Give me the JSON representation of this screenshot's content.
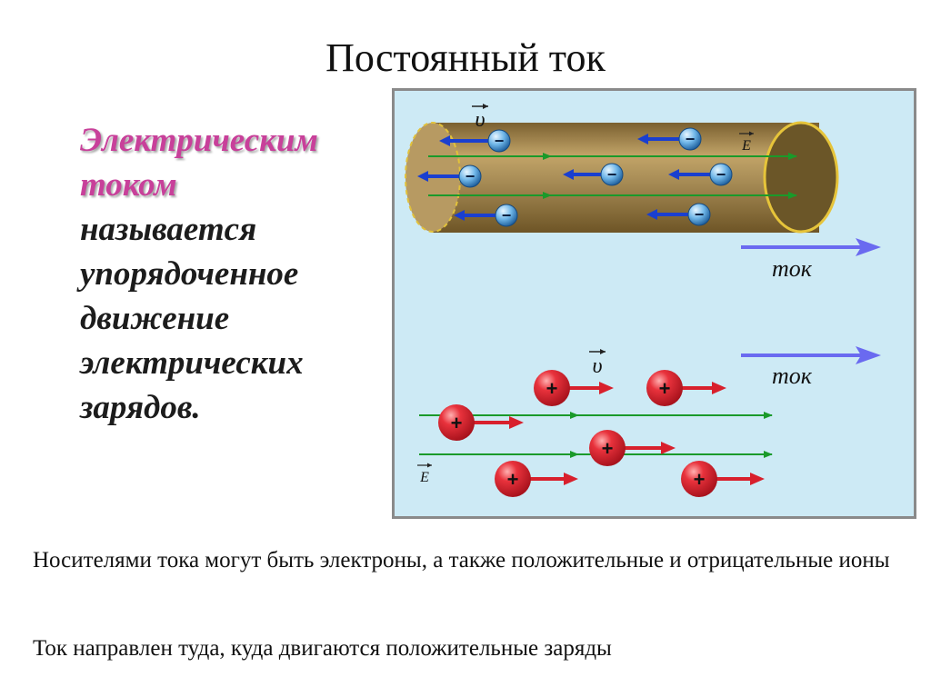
{
  "slide": {
    "title": "Постоянный ток",
    "definition": {
      "highlight_line1": "Электрическим",
      "highlight_line2": "током",
      "lines": [
        "называется",
        "упорядоченное",
        "движение",
        "электрических",
        "зарядов."
      ]
    },
    "notes": [
      "Носителями тока могут быть электроны, а также положительные и отрицательные ионы",
      "Ток направлен туда, куда двигаются положительные заряды"
    ]
  },
  "figure": {
    "velocity_label": "υ",
    "field_label": "E",
    "current_label": "ток",
    "electron_sign": "−",
    "ion_sign": "+",
    "colors": {
      "panel_bg": "#cdeaf5",
      "panel_border": "#8a8a8a",
      "wire": "#a58a54",
      "wire_end": "#6b5628",
      "field_line": "#1a9a2a",
      "electron_arrow": "#1a3fd0",
      "ion": "#d8202c",
      "current_arrow": "#6a6af0"
    }
  }
}
